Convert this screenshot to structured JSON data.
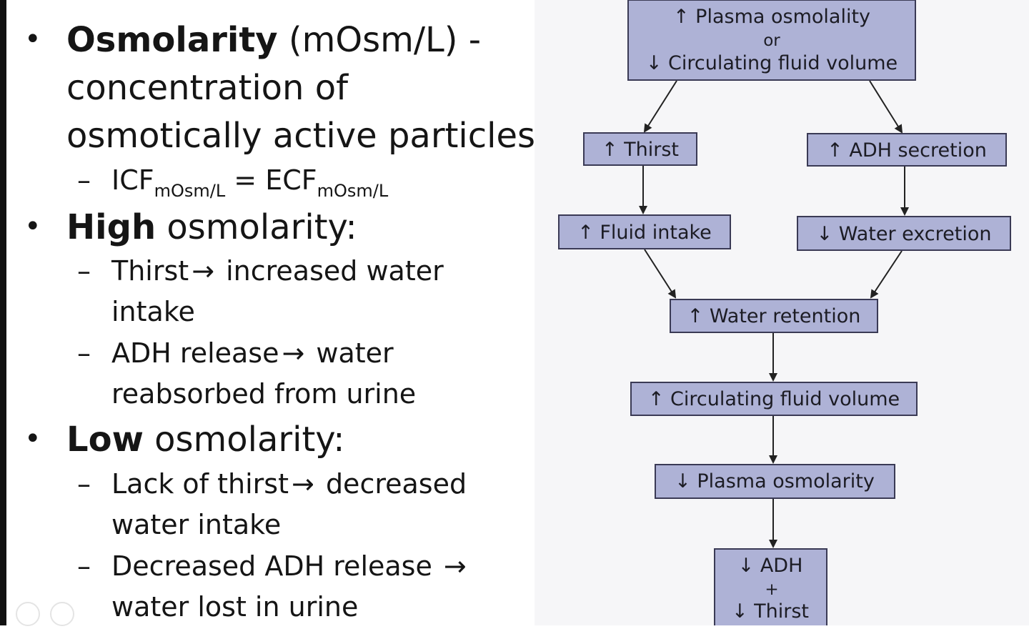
{
  "slide": {
    "bullets": [
      {
        "bold": "Osmolarity",
        "rest_line1": " (mOsm/L) -",
        "line2": "concentration of",
        "line3": "osmotically active particles",
        "sub": [
          {
            "lhs": "ICF",
            "lhs_sub": "mOsm/L",
            "eq": " =  ",
            "rhs": "ECF",
            "rhs_sub": "mOsm/L"
          }
        ]
      },
      {
        "bold": "High",
        "rest_line1": " osmolarity:",
        "sub": [
          {
            "line1_a": "Thirst",
            "line1_b": " increased water",
            "line2": "intake"
          },
          {
            "line1_a": "ADH release",
            "line1_b": " water",
            "line2": "reabsorbed from urine"
          }
        ]
      },
      {
        "bold": "Low",
        "rest_line1": " osmolarity:",
        "sub": [
          {
            "line1_a": "Lack of thirst",
            "line1_b": " decreased",
            "line2": "water intake"
          },
          {
            "line1_a": "Decreased ADH release ",
            "line1_b": "",
            "line2": "water lost in urine"
          }
        ]
      }
    ],
    "arrow_glyph": "→",
    "dash_glyph": "–",
    "bullet_glyph": "•"
  },
  "diagram": {
    "top": {
      "line1": "↑ Plasma osmolality",
      "line2": "or",
      "line3": "↓ Circulating fluid volume"
    },
    "thirst": "↑ Thirst",
    "adh_secretion": "↑ ADH secretion",
    "fluid_intake": "↑ Fluid intake",
    "water_excretion": "↓ Water excretion",
    "water_retention": "↑ Water retention",
    "circulating_volume": "↑ Circulating fluid volume",
    "plasma_osmolarity": "↓ Plasma osmolarity",
    "bottom": {
      "line1": "↓ ADH",
      "line2": "+",
      "line3": "↓ Thirst"
    },
    "box_fill": "#aeb2d6",
    "box_stroke": "#3a3a55"
  }
}
